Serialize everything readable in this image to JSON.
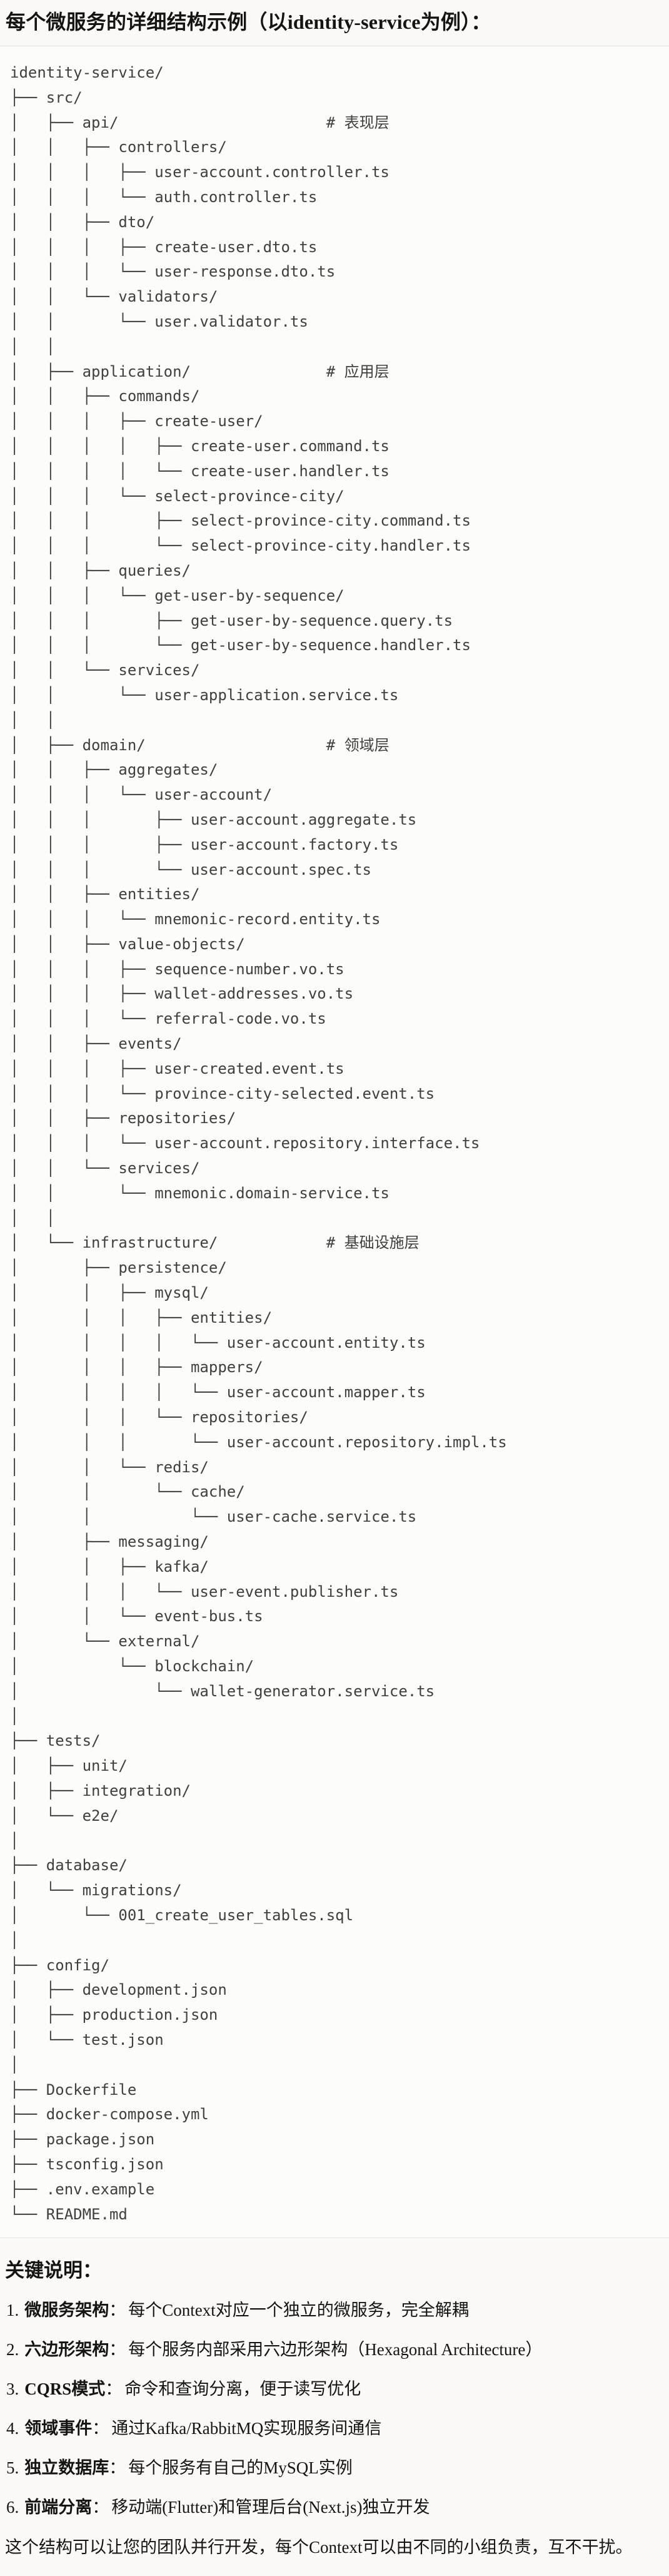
{
  "colors": {
    "page_background": "#faf9f5",
    "code_background": "#fcfcfa",
    "code_border": "#e6e3db",
    "body_text": "#141413",
    "code_text": "#3f3f3c"
  },
  "page": {
    "title": "每个微服务的详细结构示例（以identity-service为例）："
  },
  "code_block": {
    "root": "identity-service/",
    "layer_comments": [
      "# 表现层",
      "# 应用层",
      "# 领域层",
      "# 基础设施层"
    ],
    "text": "identity-service/\n├── src/\n│   ├── api/                       # 表现层\n│   │   ├── controllers/\n│   │   │   ├── user-account.controller.ts\n│   │   │   └── auth.controller.ts\n│   │   ├── dto/\n│   │   │   ├── create-user.dto.ts\n│   │   │   └── user-response.dto.ts\n│   │   └── validators/\n│   │       └── user.validator.ts\n│   │\n│   ├── application/               # 应用层\n│   │   ├── commands/\n│   │   │   ├── create-user/\n│   │   │   │   ├── create-user.command.ts\n│   │   │   │   └── create-user.handler.ts\n│   │   │   └── select-province-city/\n│   │   │       ├── select-province-city.command.ts\n│   │   │       └── select-province-city.handler.ts\n│   │   ├── queries/\n│   │   │   └── get-user-by-sequence/\n│   │   │       ├── get-user-by-sequence.query.ts\n│   │   │       └── get-user-by-sequence.handler.ts\n│   │   └── services/\n│   │       └── user-application.service.ts\n│   │\n│   ├── domain/                    # 领域层\n│   │   ├── aggregates/\n│   │   │   └── user-account/\n│   │   │       ├── user-account.aggregate.ts\n│   │   │       ├── user-account.factory.ts\n│   │   │       └── user-account.spec.ts\n│   │   ├── entities/\n│   │   │   └── mnemonic-record.entity.ts\n│   │   ├── value-objects/\n│   │   │   ├── sequence-number.vo.ts\n│   │   │   ├── wallet-addresses.vo.ts\n│   │   │   └── referral-code.vo.ts\n│   │   ├── events/\n│   │   │   ├── user-created.event.ts\n│   │   │   └── province-city-selected.event.ts\n│   │   ├── repositories/\n│   │   │   └── user-account.repository.interface.ts\n│   │   └── services/\n│   │       └── mnemonic.domain-service.ts\n│   │\n│   └── infrastructure/            # 基础设施层\n│       ├── persistence/\n│       │   ├── mysql/\n│       │   │   ├── entities/\n│       │   │   │   └── user-account.entity.ts\n│       │   │   ├── mappers/\n│       │   │   │   └── user-account.mapper.ts\n│       │   │   └── repositories/\n│       │   │       └── user-account.repository.impl.ts\n│       │   └── redis/\n│       │       └── cache/\n│       │           └── user-cache.service.ts\n│       ├── messaging/\n│       │   ├── kafka/\n│       │   │   └── user-event.publisher.ts\n│       │   └── event-bus.ts\n│       └── external/\n│           └── blockchain/\n│               └── wallet-generator.service.ts\n│\n├── tests/\n│   ├── unit/\n│   ├── integration/\n│   └── e2e/\n│\n├── database/\n│   └── migrations/\n│       └── 001_create_user_tables.sql\n│\n├── config/\n│   ├── development.json\n│   ├── production.json\n│   └── test.json\n│\n├── Dockerfile\n├── docker-compose.yml\n├── package.json\n├── tsconfig.json\n├── .env.example\n└── README.md"
  },
  "notes": {
    "heading": "关键说明：",
    "separator": "：",
    "items": [
      {
        "num": "1.",
        "label": "微服务架构",
        "text": "每个Context对应一个独立的微服务，完全解耦"
      },
      {
        "num": "2.",
        "label": "六边形架构",
        "text": "每个服务内部采用六边形架构（Hexagonal Architecture）"
      },
      {
        "num": "3.",
        "label": "CQRS模式",
        "text": "命令和查询分离，便于读写优化"
      },
      {
        "num": "4.",
        "label": "领域事件",
        "text": "通过Kafka/RabbitMQ实现服务间通信"
      },
      {
        "num": "5.",
        "label": "独立数据库",
        "text": "每个服务有自己的MySQL实例"
      },
      {
        "num": "6.",
        "label": "前端分离",
        "text": "移动端(Flutter)和管理后台(Next.js)独立开发"
      }
    ],
    "footer": "这个结构可以让您的团队并行开发，每个Context可以由不同的小组负责，互不干扰。"
  }
}
